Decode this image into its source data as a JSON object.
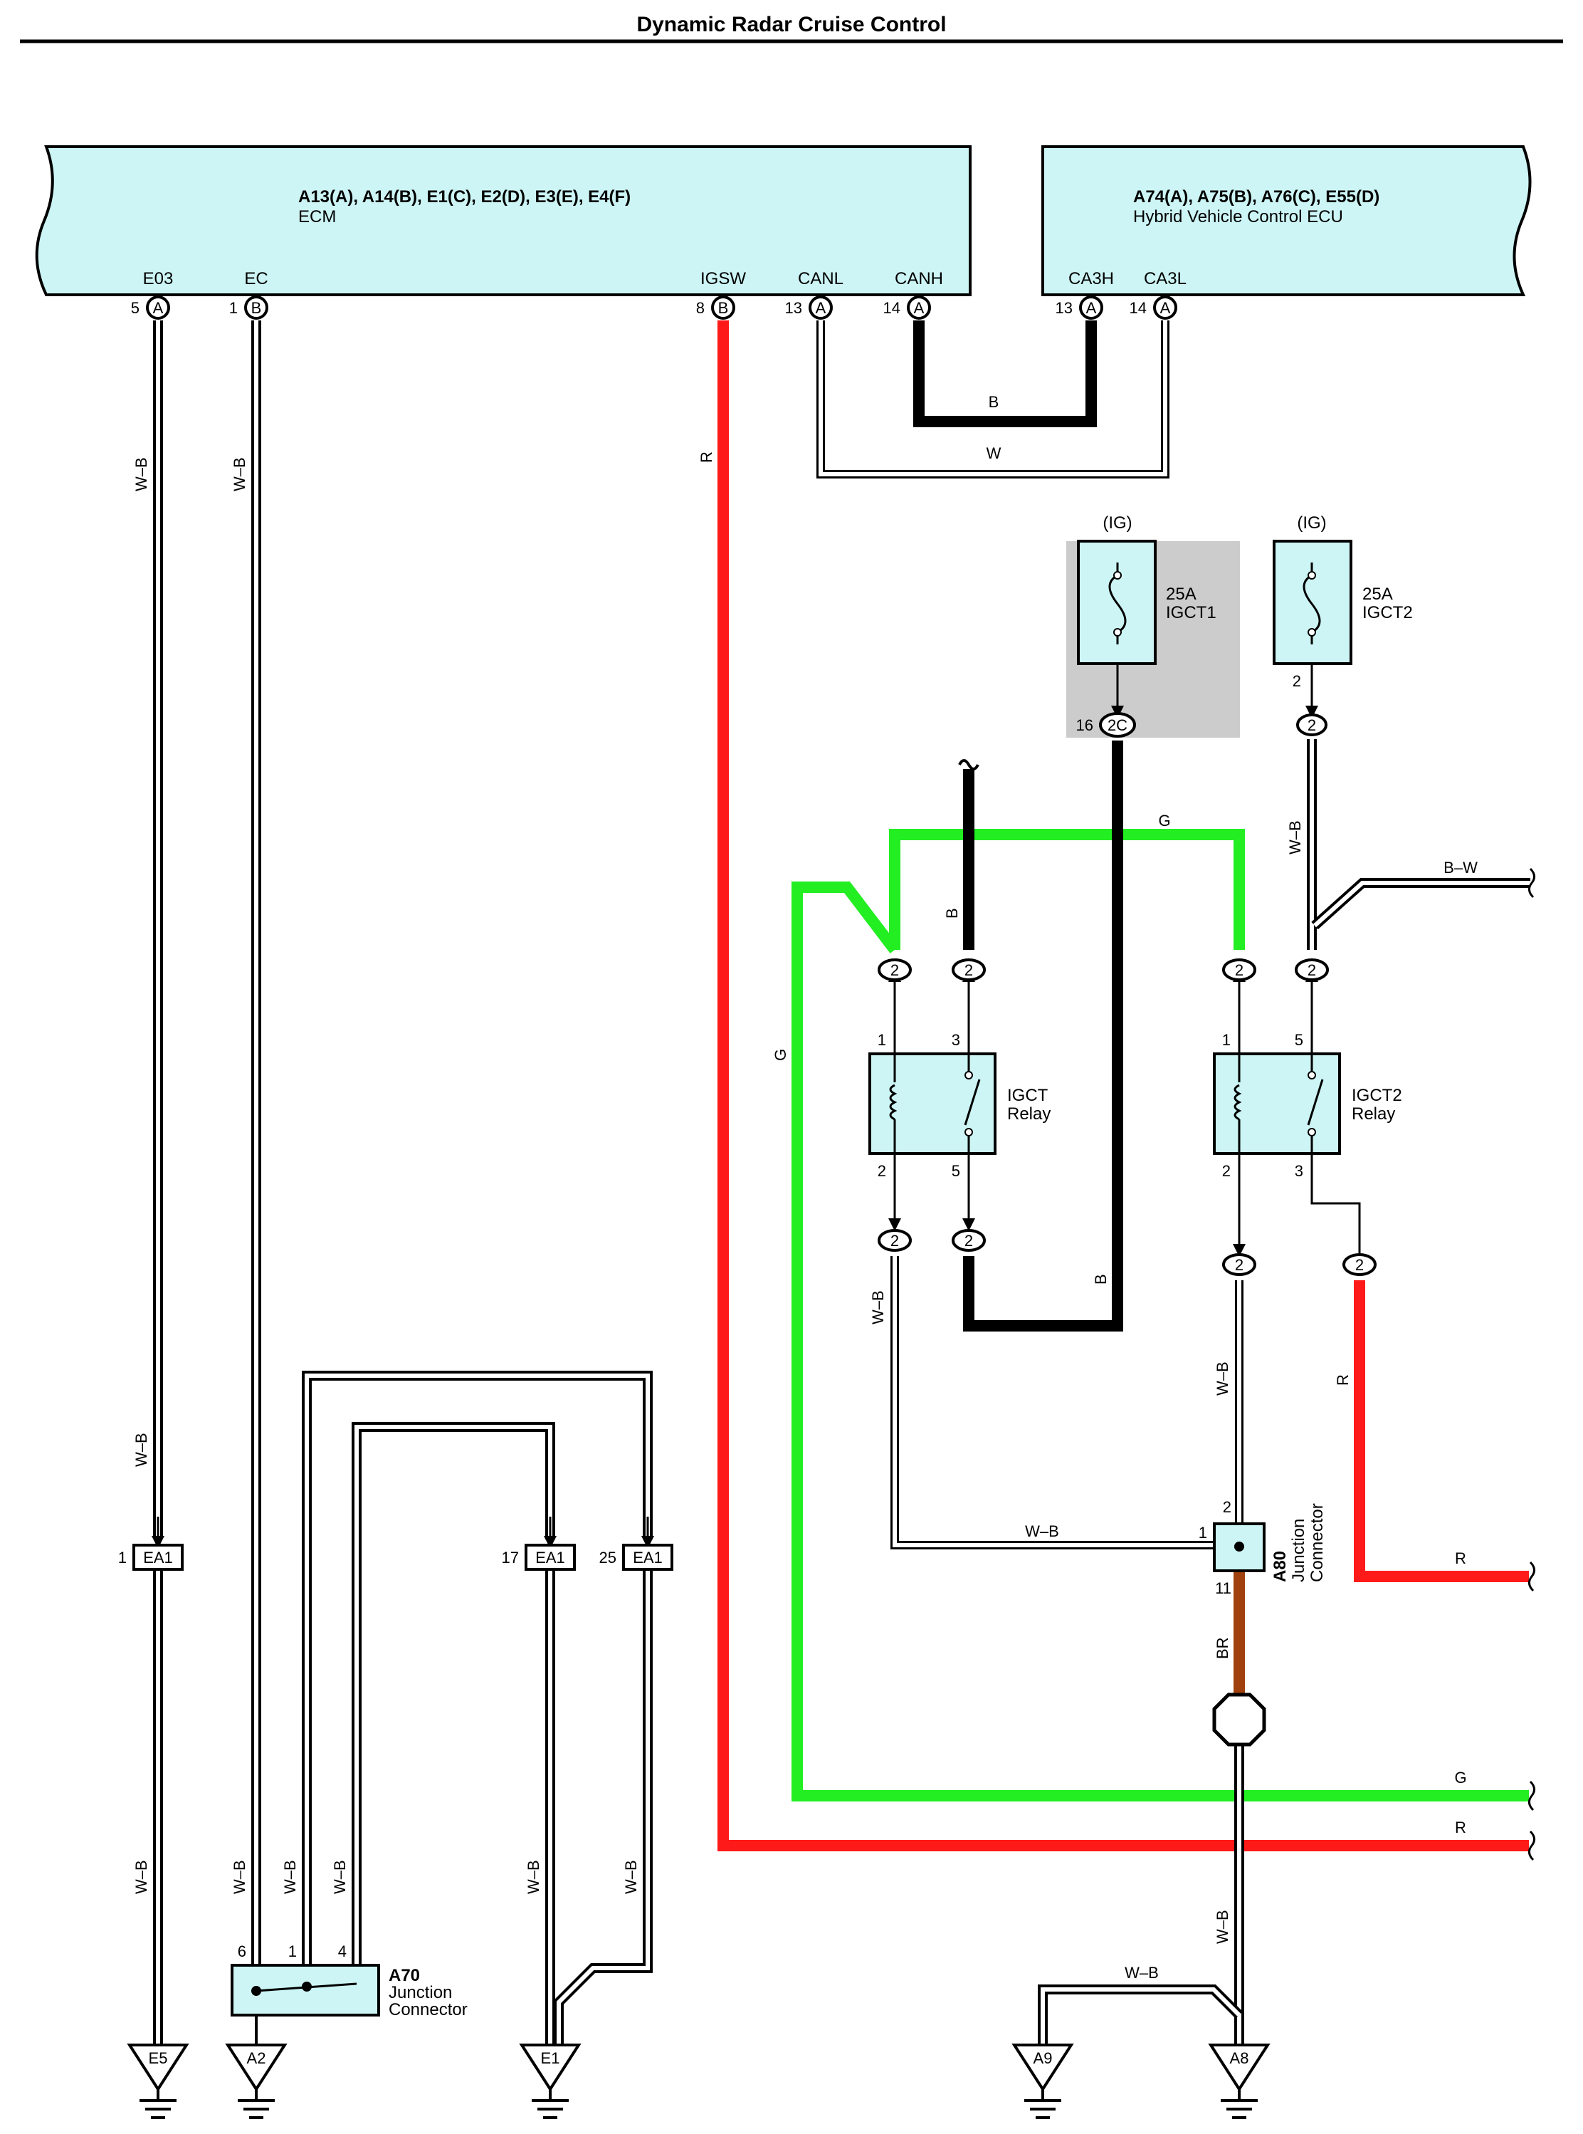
{
  "title": "Dynamic Radar Cruise Control",
  "colors": {
    "component_fill": "#cdf5f5",
    "fuse_box_shade": "#cccccc",
    "wire_red": "#ff1a1a",
    "wire_green": "#22ee22",
    "wire_black": "#000000",
    "wire_brown": "#a0410d",
    "wire_white_black": "#ffffff"
  },
  "ecm": {
    "connectors": "A13(A), A14(B), E1(C), E2(D), E3(E), E4(F)",
    "name": "ECM",
    "pins": [
      {
        "label": "E03",
        "num": "5",
        "conn": "A"
      },
      {
        "label": "EC",
        "num": "1",
        "conn": "B"
      },
      {
        "label": "IGSW",
        "num": "8",
        "conn": "B"
      },
      {
        "label": "CANL",
        "num": "13",
        "conn": "A"
      },
      {
        "label": "CANH",
        "num": "14",
        "conn": "A"
      }
    ]
  },
  "hv_ecu": {
    "connectors": "A74(A), A75(B), A76(C), E55(D)",
    "name": "Hybrid Vehicle Control ECU",
    "pins": [
      {
        "label": "CA3H",
        "num": "13",
        "conn": "A"
      },
      {
        "label": "CA3L",
        "num": "14",
        "conn": "A"
      }
    ]
  },
  "wire_labels": {
    "wb": "W–B",
    "r": "R",
    "b": "B",
    "w": "W",
    "g": "G",
    "bw": "B–W",
    "br": "BR"
  },
  "fuses": [
    {
      "source": "(IG)",
      "rating": "25A",
      "name": "IGCT1",
      "pin_num": "16",
      "conn": "2C"
    },
    {
      "source": "(IG)",
      "rating": "25A",
      "name": "IGCT2",
      "pin_num": "2",
      "conn": "2"
    }
  ],
  "relays": [
    {
      "name_line1": "IGCT",
      "name_line2": "Relay",
      "pins": [
        "1",
        "3",
        "2",
        "5"
      ]
    },
    {
      "name_line1": "IGCT2",
      "name_line2": "Relay",
      "pins": [
        "1",
        "5",
        "2",
        "3"
      ]
    }
  ],
  "connector_two": "2",
  "ea1": [
    {
      "num": "1",
      "name": "EA1"
    },
    {
      "num": "17",
      "name": "EA1"
    },
    {
      "num": "25",
      "name": "EA1"
    }
  ],
  "a70": {
    "id": "A70",
    "line1": "Junction",
    "line2": "Connector",
    "pins": [
      "6",
      "1",
      "4"
    ]
  },
  "a80": {
    "id": "A80",
    "line1": "Junction",
    "line2": "Connector",
    "pins": [
      "2",
      "1",
      "11"
    ]
  },
  "grounds": [
    "E5",
    "A2",
    "E1",
    "A9",
    "A8"
  ]
}
